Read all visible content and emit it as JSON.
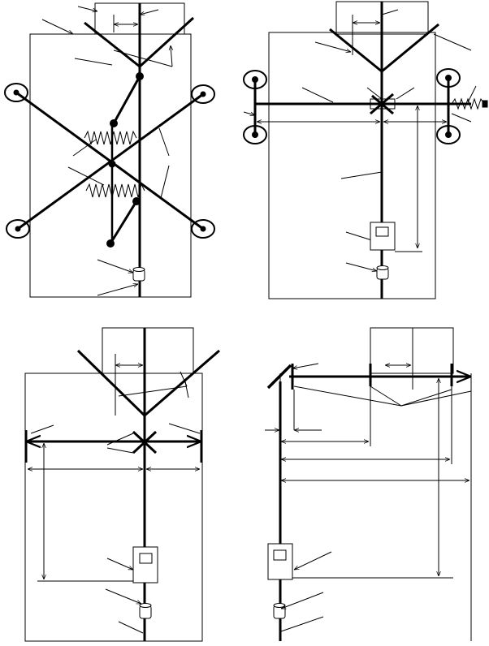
{
  "figure": {
    "panels": [
      {
        "id": "a",
        "description_visible_text": ""
      },
      {
        "id": "b",
        "description_visible_text": ""
      },
      {
        "id": "c",
        "description_visible_text": ""
      },
      {
        "id": "d",
        "description_visible_text": ""
      }
    ],
    "colors": {
      "stroke": "#000000",
      "background": "#ffffff"
    }
  }
}
